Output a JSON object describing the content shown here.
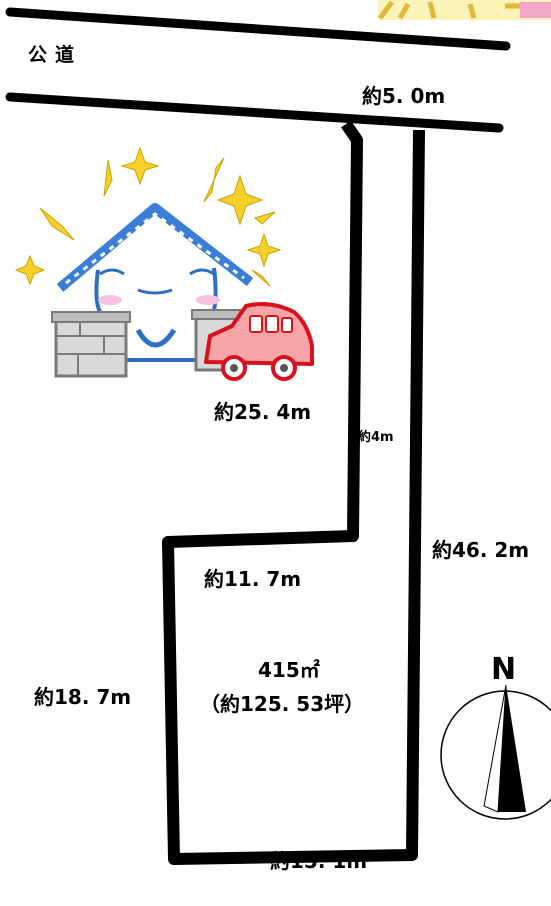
{
  "road": {
    "label": "公道"
  },
  "dimensions": {
    "road_frontage": "約5. 0m",
    "upper_left": "約25. 4m",
    "driveway_width": "約4m",
    "right": "約46. 2m",
    "inner_top": "約11. 7m",
    "left": "約18. 7m",
    "bottom": "約15. 1m"
  },
  "area": {
    "sqm": "415㎡",
    "tsubo": "（約125. 53坪）"
  },
  "compass": {
    "north_label": "N"
  },
  "colors": {
    "lot_outline": "#000000",
    "house_roof": "#3a7fd5",
    "car": "#e0202a",
    "sparkle": "#f6d12b",
    "wall": "#8a8a8a"
  }
}
